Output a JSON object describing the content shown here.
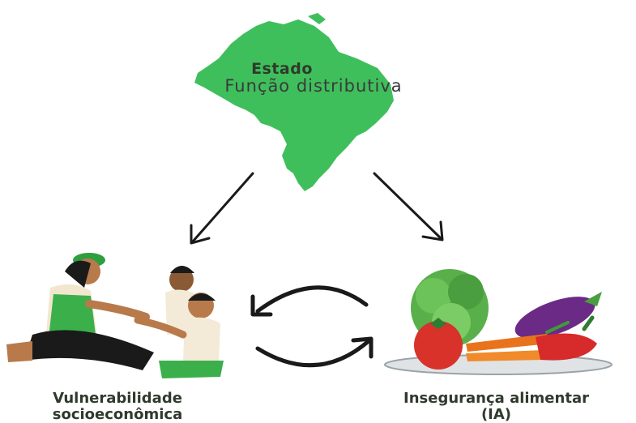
{
  "diagram": {
    "top": {
      "title": "Estado",
      "subtitle": "Função distributiva",
      "icon": "brazil-map-icon",
      "color": "#3fbf5c"
    },
    "left": {
      "label_line1": "Vulnerabilidade",
      "label_line2": "socioeconômica",
      "icon": "family-illustration-icon"
    },
    "right": {
      "label_line1": "Insegurança alimentar",
      "label_line2": "(IA)",
      "icon": "vegetables-plate-icon"
    },
    "edges": [
      {
        "from": "top",
        "to": "left"
      },
      {
        "from": "top",
        "to": "right"
      },
      {
        "from": "right",
        "to": "left"
      },
      {
        "from": "left",
        "to": "right"
      }
    ]
  }
}
